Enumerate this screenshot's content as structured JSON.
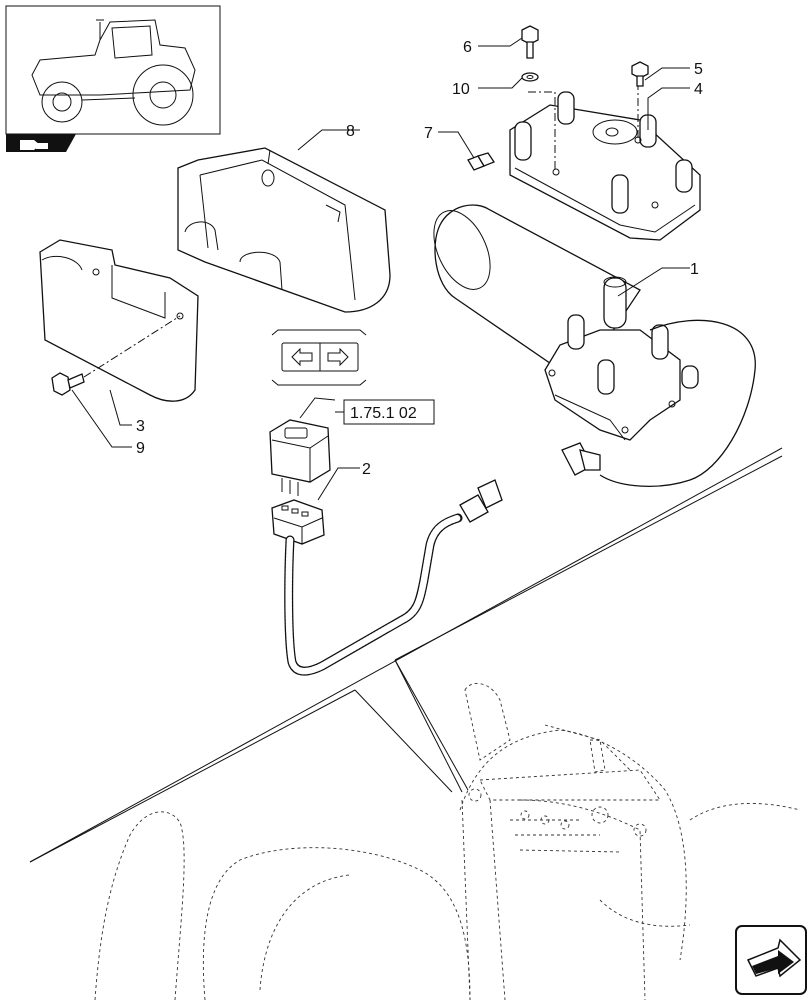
{
  "callouts": {
    "c1": "1",
    "c2": "2",
    "c3": "3",
    "c4": "4",
    "c5": "5",
    "c6": "6",
    "c7": "7",
    "c8": "8",
    "c9": "9",
    "c10": "10"
  },
  "reference_box": "1.75.1 02",
  "icons": {
    "thumbnail": "tractor-thumbnail-icon",
    "thumbnail_tab": "book-arrow-icon",
    "switch_symbol": "left-right-arrows-icon",
    "next_page": "next-page-arrow-icon"
  },
  "colors": {
    "line": "#111111",
    "background": "#ffffff"
  }
}
